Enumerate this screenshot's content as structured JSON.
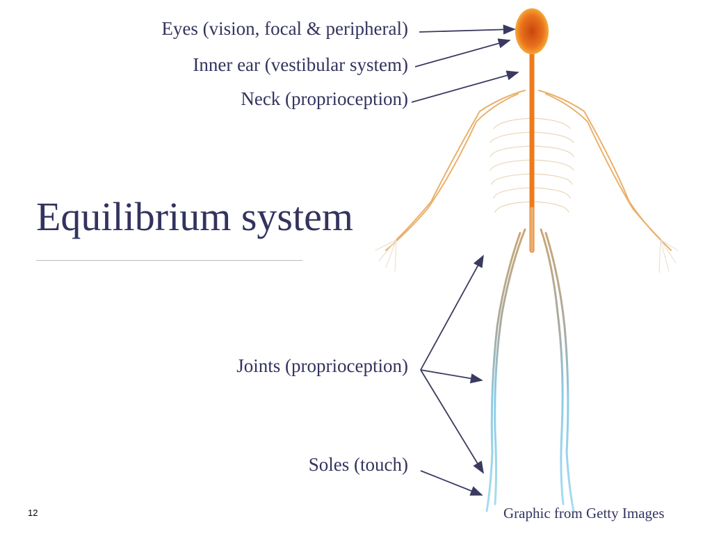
{
  "slide": {
    "title": "Equilibrium system",
    "page_number": "12",
    "credit": "Graphic from Getty Images",
    "labels": {
      "eyes": "Eyes (vision, focal & peripheral)",
      "inner_ear": "Inner ear (vestibular system)",
      "neck": "Neck (proprioception)",
      "joints": "Joints (proprioception)",
      "soles": "Soles (touch)"
    },
    "colors": {
      "text": "#33335f",
      "nerve_upper": "#f08a24",
      "nerve_lower": "#8ccbe6",
      "arrow": "#3a3a60"
    }
  }
}
